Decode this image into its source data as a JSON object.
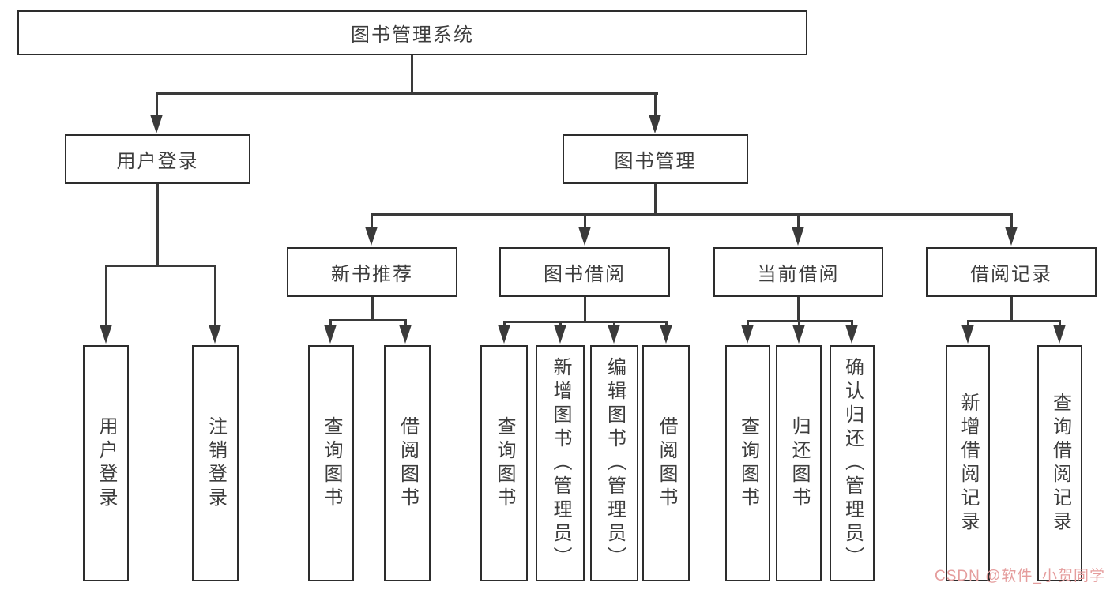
{
  "tree": {
    "label": "图书管理系统",
    "children": [
      {
        "label": "用户登录",
        "children": [
          {
            "label": "用户登录"
          },
          {
            "label": "注销登录"
          }
        ]
      },
      {
        "label": "图书管理",
        "children": [
          {
            "label": "新书推荐",
            "children": [
              {
                "label": "查询图书"
              },
              {
                "label": "借阅图书"
              }
            ]
          },
          {
            "label": "图书借阅",
            "children": [
              {
                "label": "查询图书"
              },
              {
                "label": "新增图书（管理员）"
              },
              {
                "label": "编辑图书（管理员）"
              },
              {
                "label": "借阅图书"
              }
            ]
          },
          {
            "label": "当前借阅",
            "children": [
              {
                "label": "查询图书"
              },
              {
                "label": "归还图书"
              },
              {
                "label": "确认归还（管理员）"
              }
            ]
          },
          {
            "label": "借阅记录",
            "children": [
              {
                "label": "新增借阅记录"
              },
              {
                "label": "查询借阅记录"
              }
            ]
          }
        ]
      }
    ]
  },
  "watermark": {
    "text": "CSDN @软件_小贺同学",
    "color": "#e59d9d"
  },
  "colors": {
    "line": "#3a3a3a",
    "box_border": "#2d2d2d",
    "text": "#3d3d3d",
    "background": "#ffffff"
  }
}
